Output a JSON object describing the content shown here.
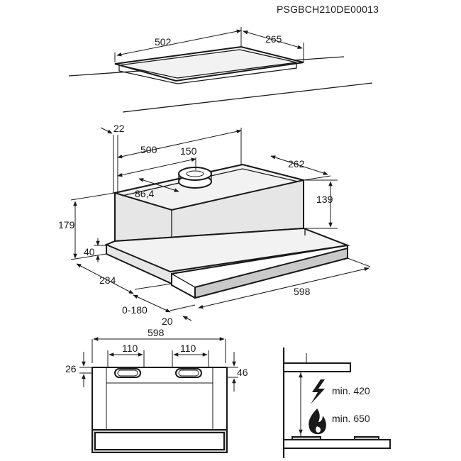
{
  "code": "PSGBCH210DE00013",
  "cutout": {
    "width": "502",
    "depth": "265"
  },
  "hood": {
    "offset_top": "22",
    "depth_total": "500",
    "outlet_offset": "150",
    "outlet_diameter": "86,4",
    "body_depth": "262",
    "body_height": "139",
    "total_height": "179",
    "front_height": "40",
    "front_depth": "284",
    "pullout": "0-180",
    "panel_thickness": "20",
    "width": "598"
  },
  "front_view": {
    "width": "598",
    "vent_left": "110",
    "vent_right": "110",
    "height_left": "26",
    "height_right": "46"
  },
  "clearance": {
    "electric": "min. 420",
    "gas": "min. 650"
  },
  "icons": {
    "electric": "lightning-icon",
    "gas": "flame-icon"
  }
}
